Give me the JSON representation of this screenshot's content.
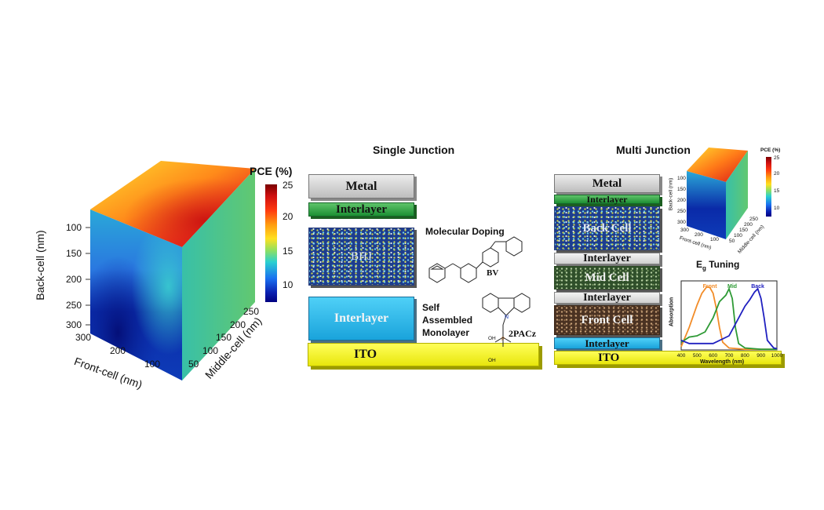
{
  "cube_large": {
    "colorbar_title": "PCE (%)",
    "colorbar_ticks": [
      "25",
      "20",
      "15",
      "10"
    ],
    "back_label": "Back-cell (nm)",
    "back_ticks": [
      "100",
      "150",
      "200",
      "250",
      "300"
    ],
    "front_label": "Front-cell (nm)",
    "front_ticks": [
      "300",
      "200",
      "100"
    ],
    "middle_label": "Middle-cell (nm)",
    "middle_ticks": [
      "50",
      "100",
      "150",
      "200",
      "250"
    ]
  },
  "single_junction": {
    "title": "Single Junction",
    "metal": "Metal",
    "interlayer_top": "Interlayer",
    "bhj": "BHJ",
    "interlayer_bottom": "Interlayer",
    "ito": "ITO",
    "molecular_doping": "Molecular Doping",
    "bv": "BV",
    "sam_line1": "Self",
    "sam_line2": "Assembled",
    "sam_line3": "Monolayer",
    "twopacz": "2PACz",
    "oh1": "OH",
    "oh2": "OH"
  },
  "multi_junction": {
    "title": "Multi Junction",
    "metal": "Metal",
    "interlayer1": "Interlayer",
    "back_cell": "Back Cell",
    "interlayer2": "Interlayer",
    "mid_cell": "Mid Cell",
    "interlayer3": "Interlayer",
    "front_cell": "Front Cell",
    "interlayer4": "Interlayer",
    "ito": "ITO"
  },
  "cube_small": {
    "colorbar_title": "PCE (%)",
    "colorbar_ticks": [
      "25",
      "20",
      "15",
      "10"
    ],
    "back_label": "Back-cell (nm)",
    "back_ticks": [
      "100",
      "150",
      "200",
      "250",
      "300"
    ],
    "front_label": "Front-cell (nm)",
    "front_ticks": [
      "300",
      "200",
      "100"
    ],
    "middle_label": "Middle-cell (nm)",
    "middle_ticks": [
      "50",
      "100",
      "150",
      "200",
      "250"
    ]
  },
  "eg_tuning": {
    "title_main": "E",
    "title_sub": "g",
    "title_rest": " Tuning"
  },
  "chart_data": {
    "type": "line",
    "xlabel": "Wavelength (nm)",
    "ylabel": "Absorption",
    "xlim": [
      400,
      1000
    ],
    "xticks": [
      "400",
      "500",
      "600",
      "700",
      "800",
      "900",
      "1000"
    ],
    "series": [
      {
        "name": "Front",
        "color": "#f28c28",
        "x": [
          400,
          450,
          500,
          530,
          560,
          580,
          600,
          620,
          640,
          660,
          700,
          800,
          900,
          1000
        ],
        "y": [
          0.05,
          0.35,
          0.7,
          0.88,
          0.98,
          0.97,
          0.88,
          0.65,
          0.35,
          0.12,
          0.03,
          0.01,
          0.01,
          0.01
        ]
      },
      {
        "name": "Mid",
        "color": "#2e9a35",
        "x": [
          400,
          450,
          500,
          550,
          600,
          640,
          680,
          700,
          720,
          740,
          760,
          800,
          900,
          1000
        ],
        "y": [
          0.12,
          0.2,
          0.22,
          0.28,
          0.5,
          0.75,
          0.85,
          0.95,
          0.8,
          0.35,
          0.1,
          0.03,
          0.01,
          0.01
        ]
      },
      {
        "name": "Back",
        "color": "#2020c0",
        "x": [
          400,
          450,
          500,
          600,
          700,
          750,
          800,
          830,
          860,
          880,
          900,
          920,
          940,
          980,
          1000
        ],
        "y": [
          0.15,
          0.1,
          0.1,
          0.1,
          0.22,
          0.45,
          0.68,
          0.78,
          0.9,
          0.95,
          0.8,
          0.5,
          0.15,
          0.03,
          0.02
        ]
      }
    ]
  }
}
